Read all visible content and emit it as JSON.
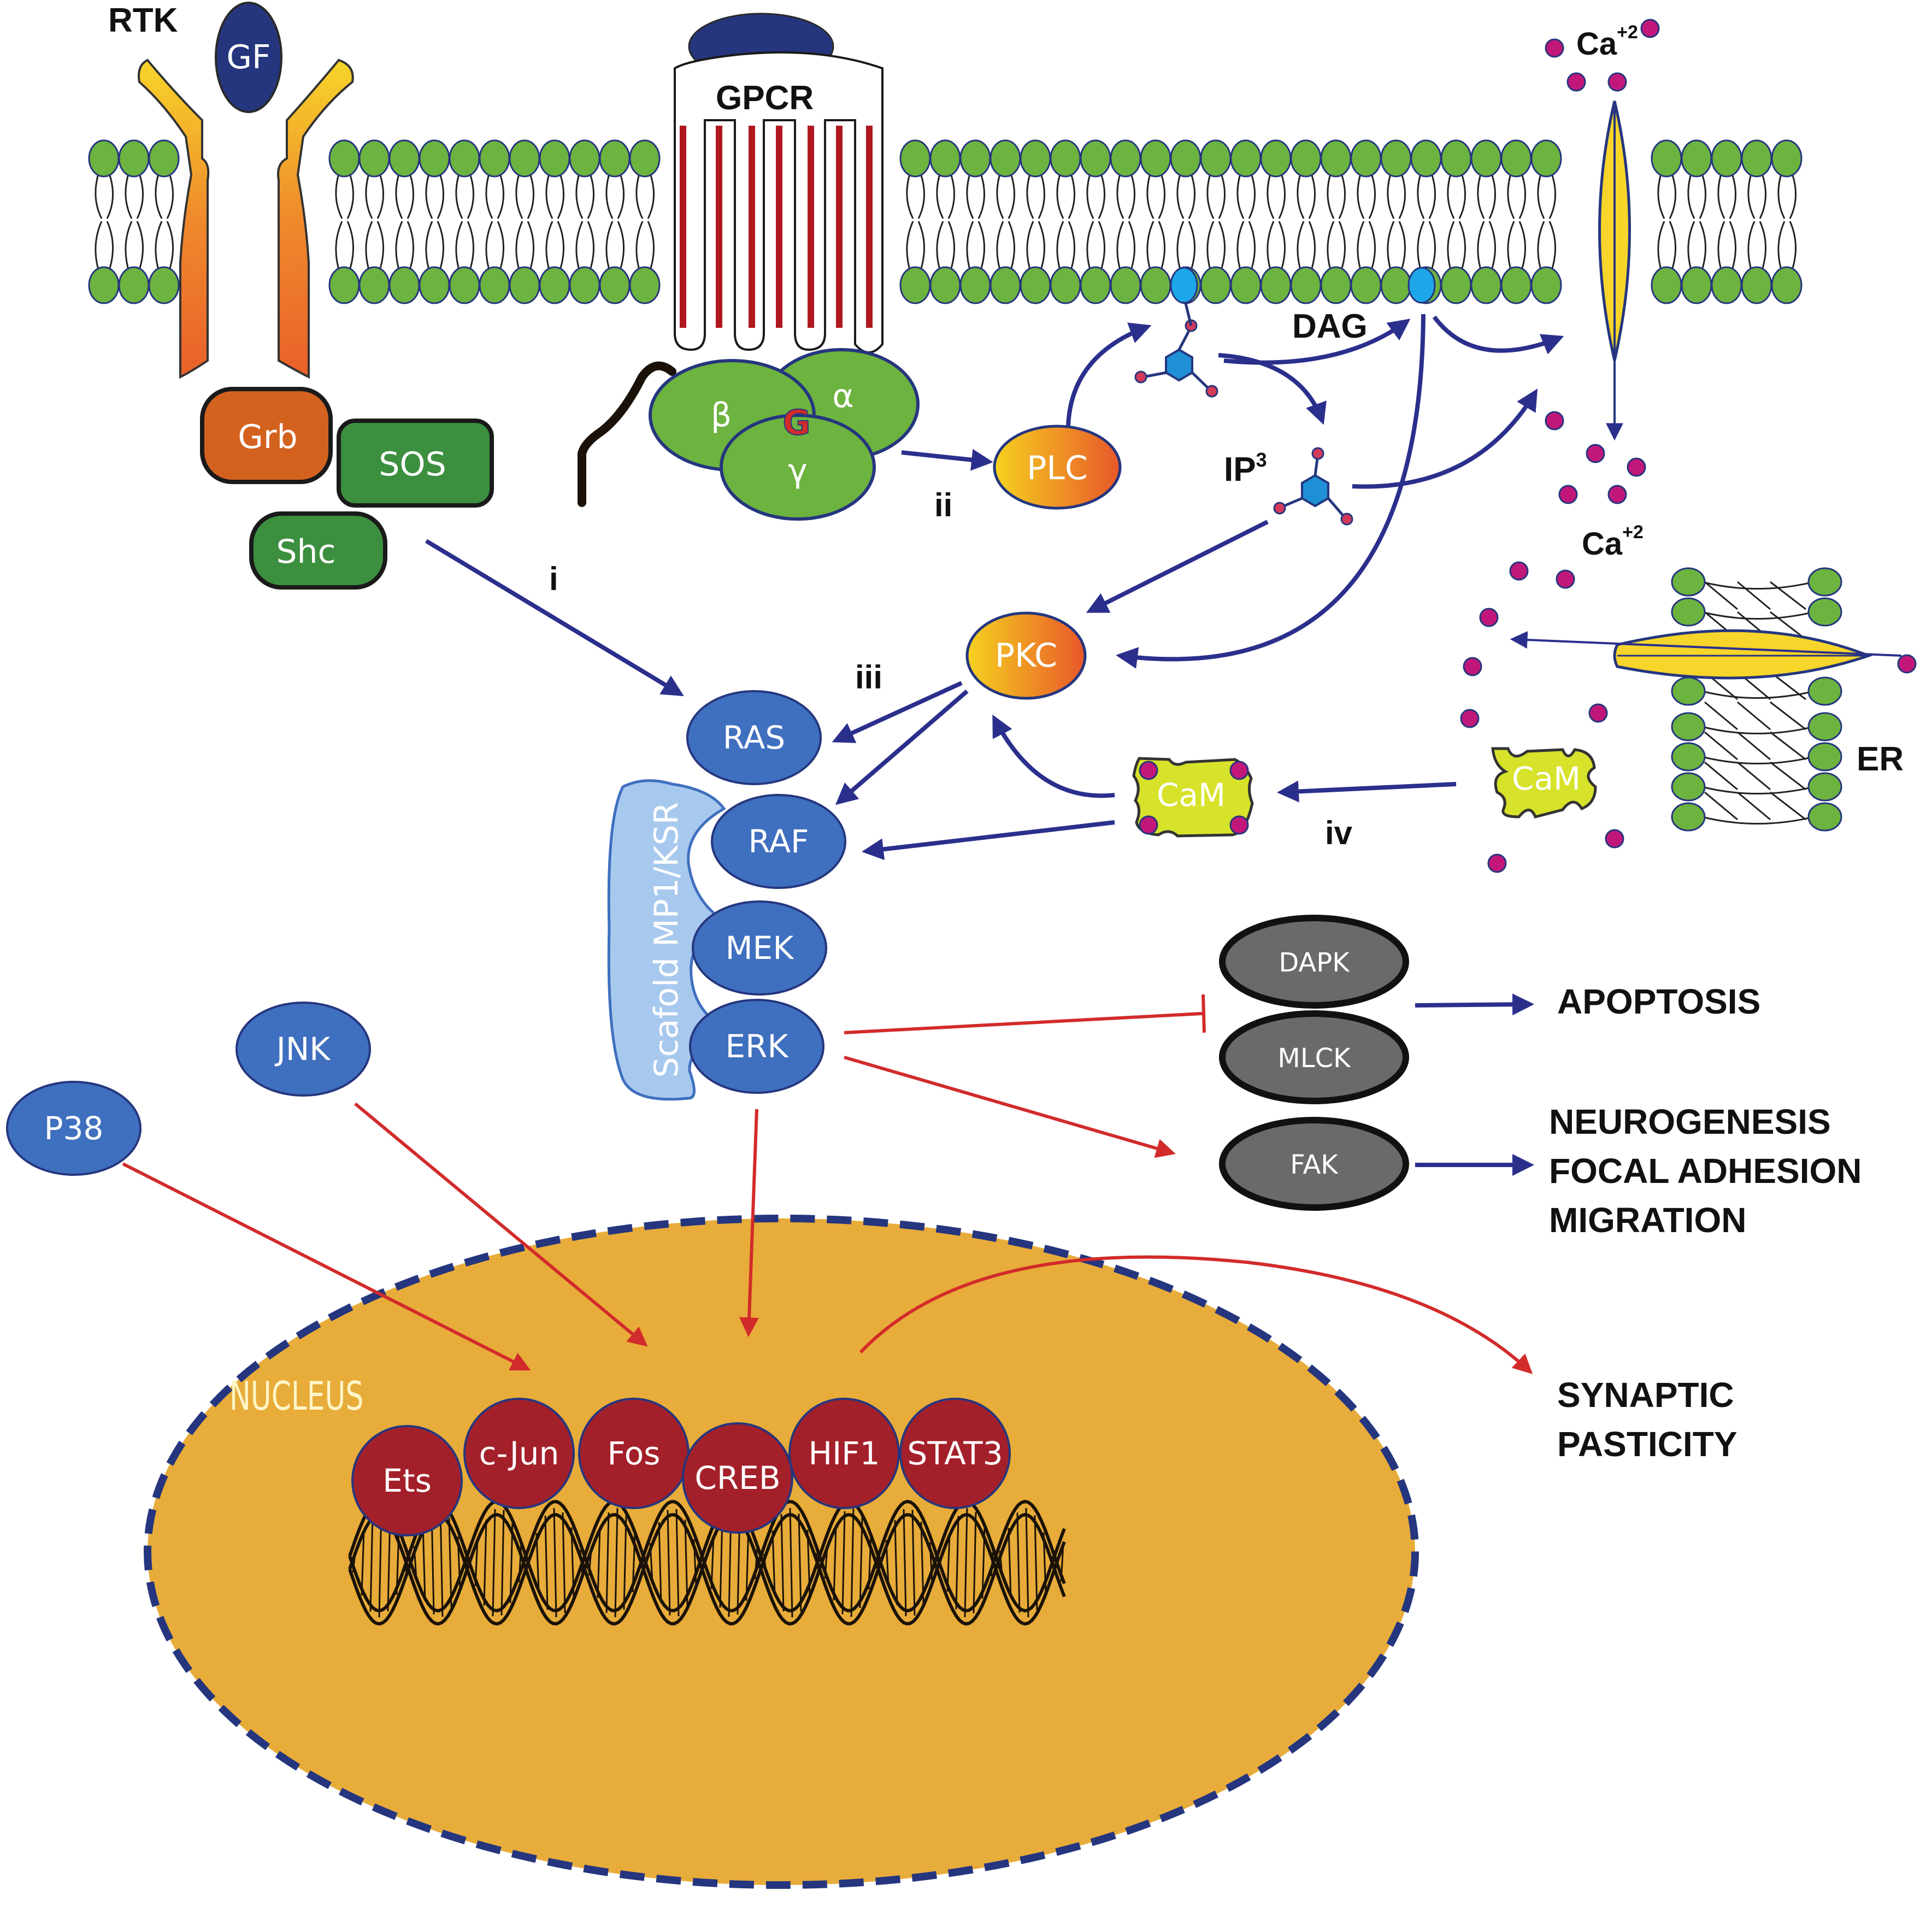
{
  "membrane": {
    "rtk_label": "RTK",
    "gf_label": "GF",
    "gpcr_label": "GPCR",
    "ca_label": "Ca",
    "ca_superscript": "+2",
    "dag_label": "DAG",
    "ip3_label": "IP",
    "ip3_superscript": "3"
  },
  "gprotein": {
    "beta": "β",
    "alpha": "α",
    "gamma": "γ",
    "g_label": "G"
  },
  "adaptors": {
    "grb": "Grb",
    "sos": "SOS",
    "shc": "Shc"
  },
  "kinases": {
    "plc": "PLC",
    "pkc": "PKC",
    "ras": "RAS",
    "raf": "RAF",
    "mek": "MEK",
    "erk": "ERK",
    "jnk": "JNK",
    "p38": "P38",
    "scaffold": "Scafold MP1/KSR"
  },
  "calmodulin": {
    "cam_bound": "CaM",
    "cam_free": "CaM",
    "ca_label": "Ca",
    "ca_superscript": "+2",
    "er_label": "ER"
  },
  "pathways": {
    "i": "i",
    "ii": "ii",
    "iii": "iii",
    "iv": "iv"
  },
  "targets": {
    "dapk": "DAPK",
    "mlck": "MLCK",
    "fak": "FAK"
  },
  "outcomes": {
    "apoptosis": "APOPTOSIS",
    "neurogenesis": "NEUROGENESIS",
    "focal_adhesion": "FOCAL ADHESION",
    "migration": "MIGRATION",
    "synaptic": "SYNAPTIC",
    "pasticity": "PASTICITY"
  },
  "nucleus": {
    "label": "NUCLEUS",
    "tfs": [
      "Ets",
      "c-Jun",
      "Fos",
      "CREB",
      "HIF1",
      "STAT3"
    ]
  },
  "colors": {
    "membrane_head": "#6db33f",
    "arrow_blue": "#2b2f8c",
    "arrow_red": "#d22b2b",
    "node_blue": "#3f6fbf",
    "tf_red": "#a3202a",
    "nucleus_fill": "#e8ac3a",
    "calcium": "#c2177a"
  }
}
